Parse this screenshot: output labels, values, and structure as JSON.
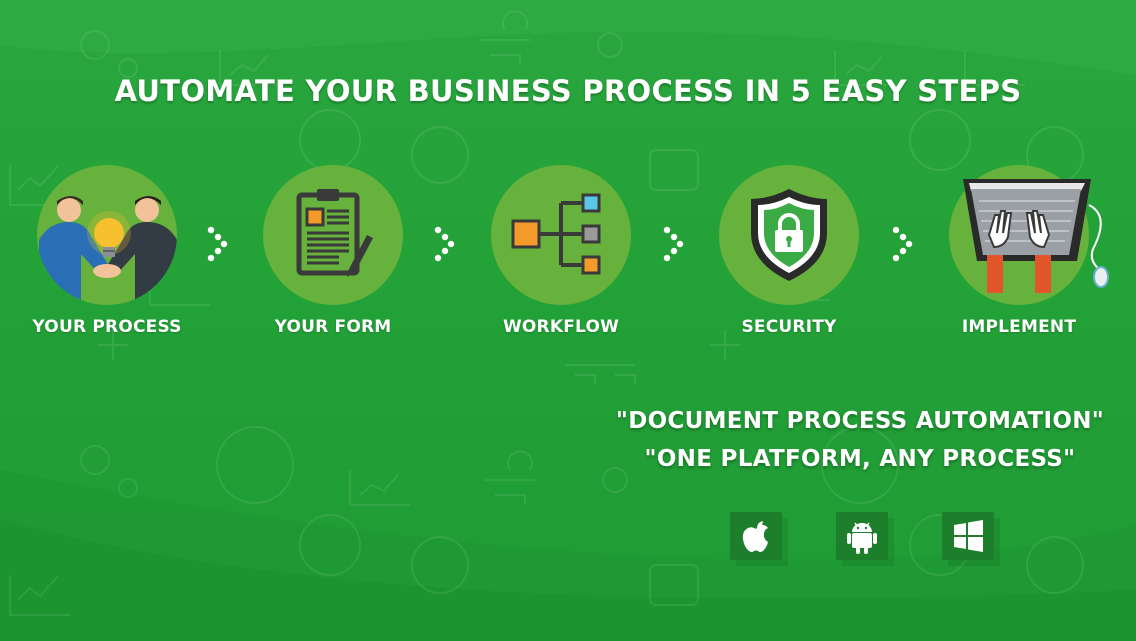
{
  "title": "AUTOMATE YOUR BUSINESS PROCESS IN 5 EASY STEPS",
  "steps": [
    {
      "label": "YOUR PROCESS",
      "icon": "handshake-lightbulb-icon"
    },
    {
      "label": "YOUR FORM",
      "icon": "clipboard-form-icon"
    },
    {
      "label": "WORKFLOW",
      "icon": "workflow-diagram-icon"
    },
    {
      "label": "SECURITY",
      "icon": "shield-lock-icon"
    },
    {
      "label": "IMPLEMENT",
      "icon": "laptop-typing-icon"
    }
  ],
  "tagline": {
    "line1": "\"DOCUMENT PROCESS AUTOMATION\"",
    "line2": "\"ONE PLATFORM, ANY PROCESS\""
  },
  "platforms": [
    {
      "name": "apple-icon"
    },
    {
      "name": "android-icon"
    },
    {
      "name": "windows-icon"
    }
  ],
  "colors": {
    "background": "#23a238",
    "circle": "#66b23c",
    "accent_orange": "#f39a2b",
    "accent_blue": "#5bc6e8",
    "dark": "#3a3a3a",
    "platform_tile": "#1d7f2c"
  }
}
